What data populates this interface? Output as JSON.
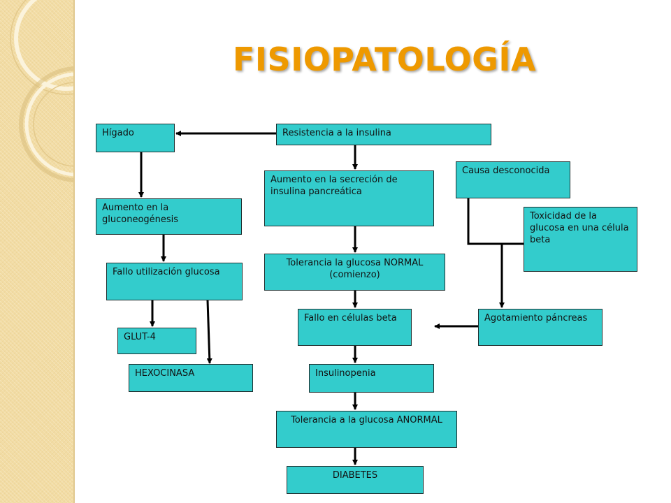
{
  "title": "FISIOPATOLOGÍA",
  "nodes": {
    "higado": "Hígado",
    "resistencia": "Resistencia a la insulina",
    "aumento_secrecion": "Aumento en la secreción de insulina pancreática",
    "causa_desconocida": "Causa desconocida",
    "aumento_gluconeogenesis": "Aumento en la gluconeogénesis",
    "toxicidad": "Toxicidad de la glucosa en una célula beta",
    "fallo_utilizacion": "Fallo utilización glucosa",
    "tolerancia_normal": "Tolerancia la glucosa NORMAL (comienzo)",
    "fallo_beta": "Fallo en células beta",
    "agotamiento": "Agotamiento páncreas",
    "glut4": "GLUT-4",
    "hexocinasa": "HEXOCINASA",
    "insulinopenia": "Insulinopenia",
    "tolerancia_anormal": "Tolerancia a la glucosa ANORMAL",
    "diabetes": "DIABETES"
  },
  "colors": {
    "box_fill": "#33cccc",
    "title": "#ee9900",
    "side_band": "#f2dca4"
  }
}
